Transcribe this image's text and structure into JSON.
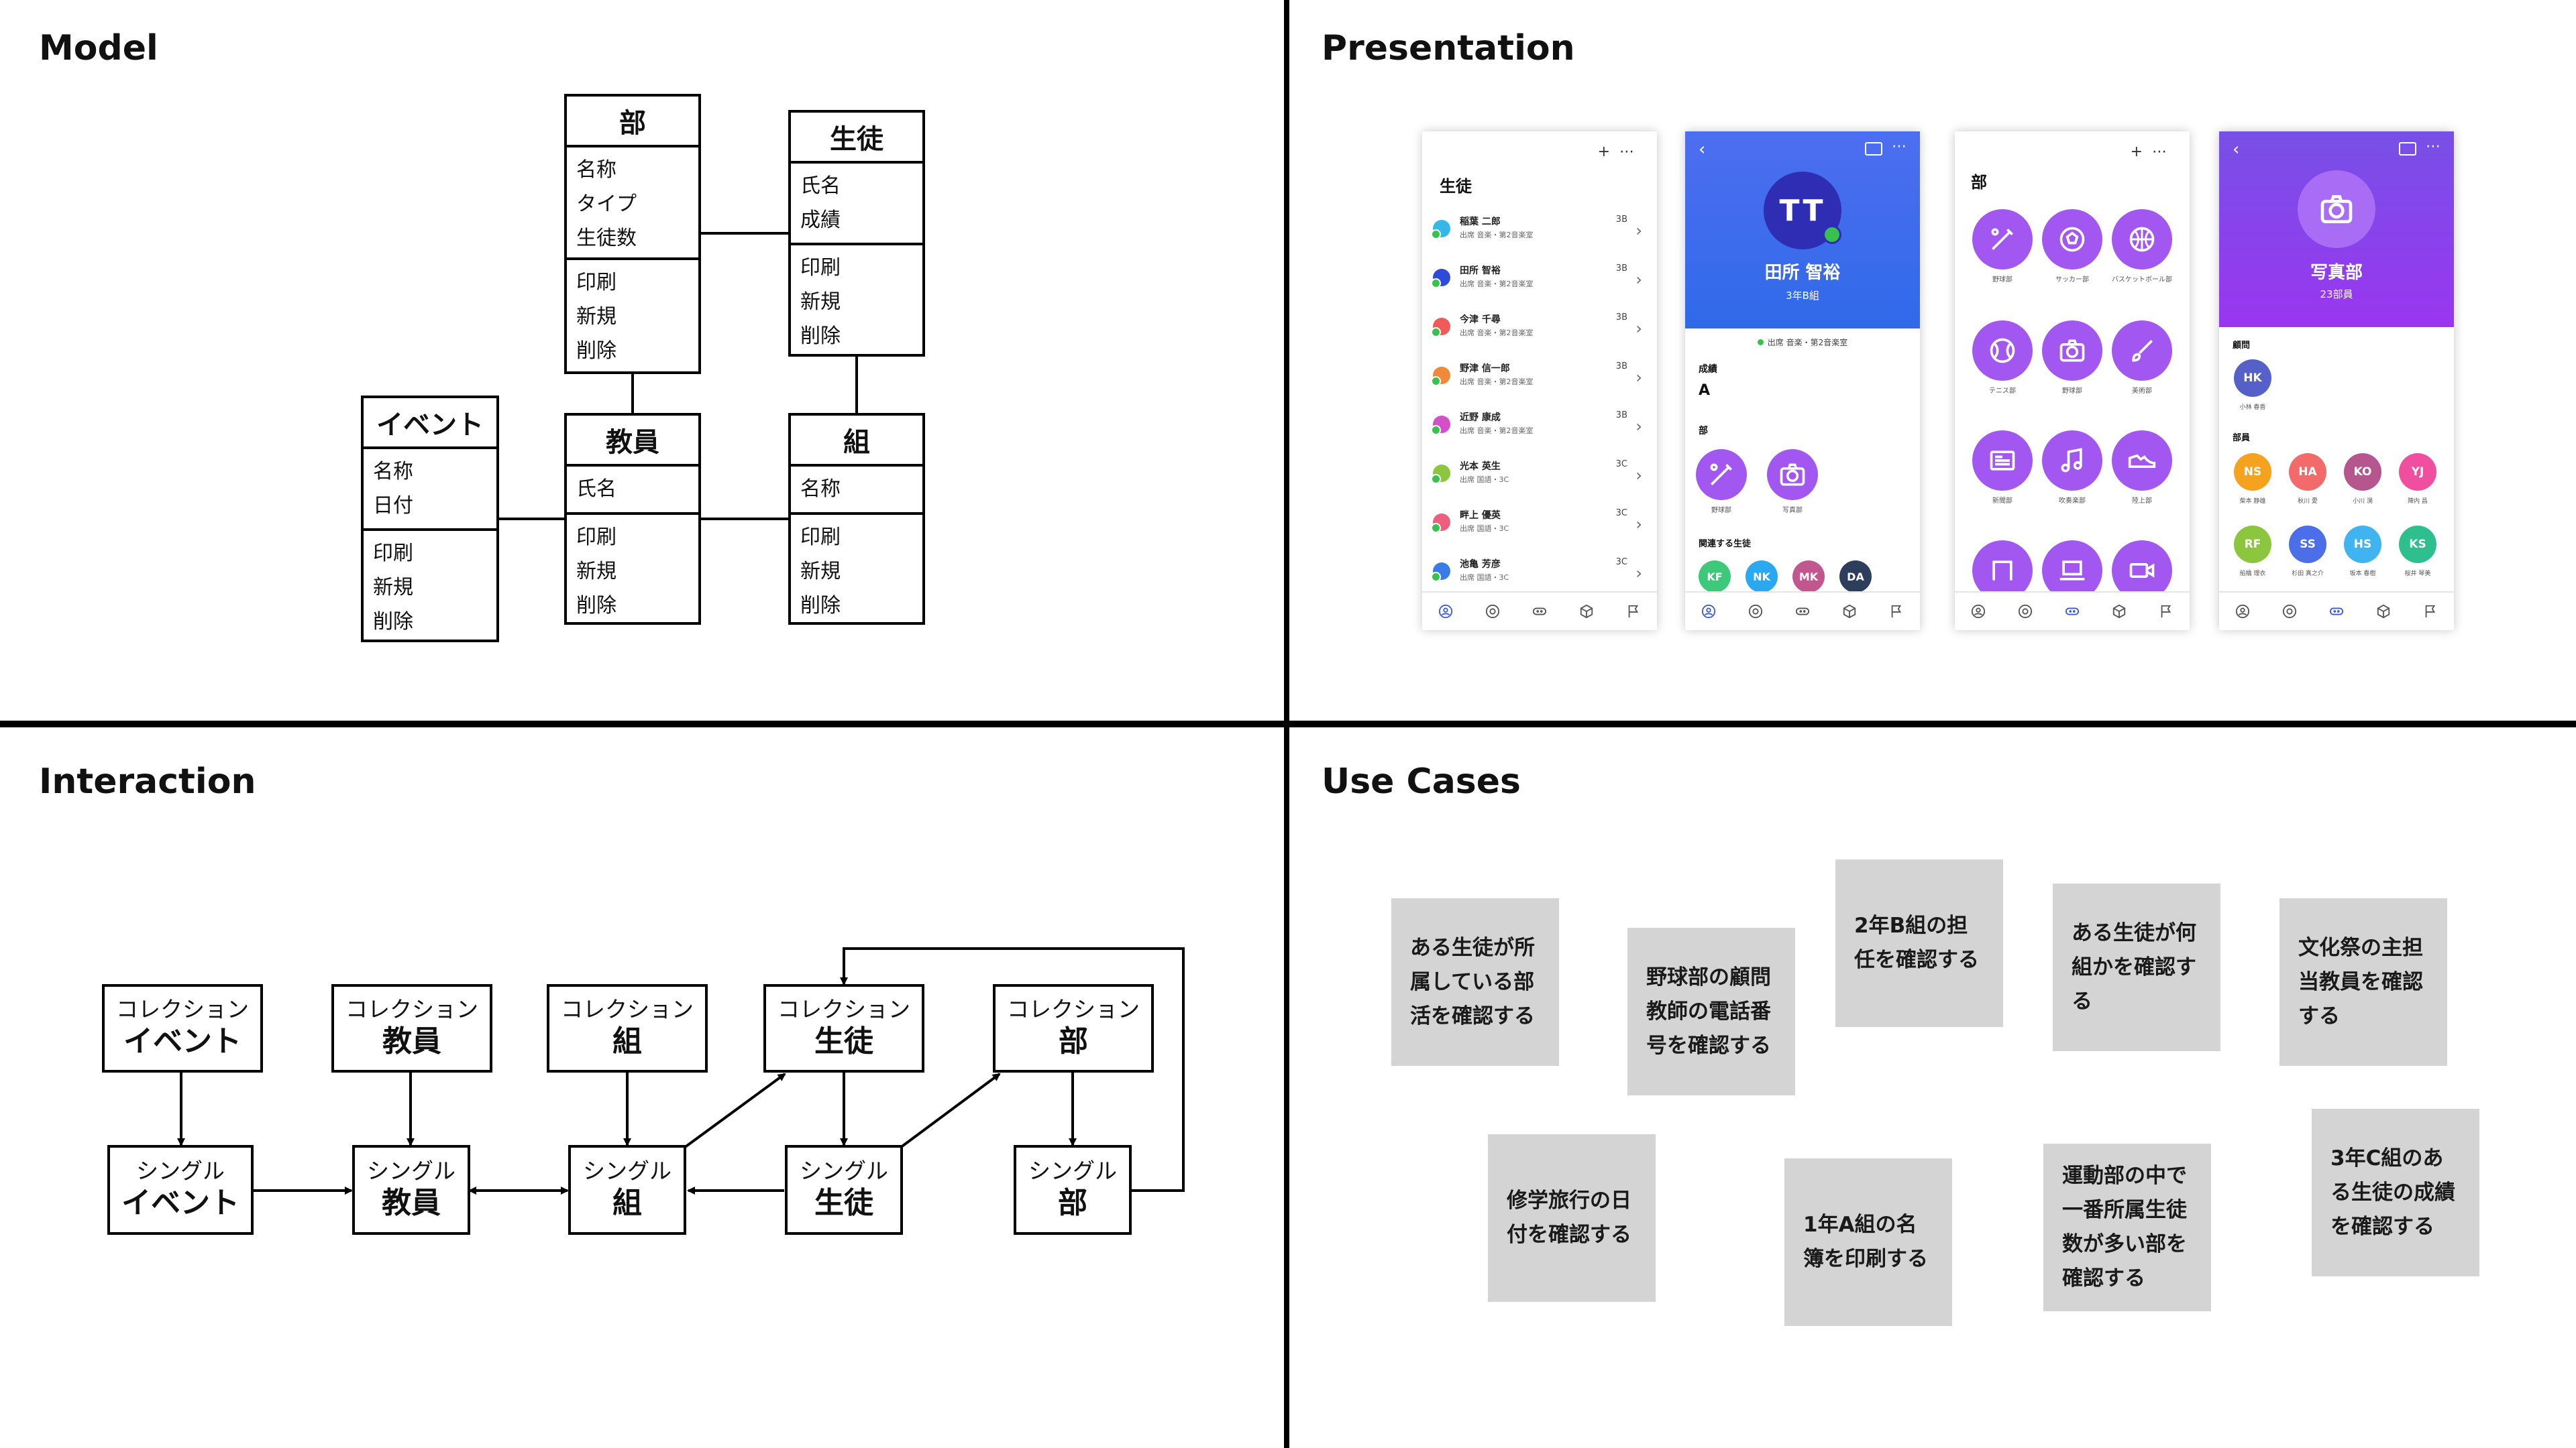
{
  "quadrants": {
    "model": "Model",
    "presentation": "Presentation",
    "interaction": "Interaction",
    "usecases": "Use Cases"
  },
  "model": {
    "bu": {
      "title": "部",
      "attrs": [
        "名称",
        "タイプ",
        "生徒数"
      ],
      "ops": [
        "印刷",
        "新規",
        "削除"
      ]
    },
    "seito": {
      "title": "生徒",
      "attrs": [
        "氏名",
        "成績"
      ],
      "ops": [
        "印刷",
        "新規",
        "削除"
      ]
    },
    "event": {
      "title": "イベント",
      "attrs": [
        "名称",
        "日付"
      ],
      "ops": [
        "印刷",
        "新規",
        "削除"
      ]
    },
    "kyoin": {
      "title": "教員",
      "attrs": [
        "氏名"
      ],
      "ops": [
        "印刷",
        "新規",
        "削除"
      ]
    },
    "kumi": {
      "title": "組",
      "attrs": [
        "名称"
      ],
      "ops": [
        "印刷",
        "新規",
        "削除"
      ]
    }
  },
  "interaction": {
    "collection_label": "コレクション",
    "single_label": "シングル",
    "collections": [
      "イベント",
      "教員",
      "組",
      "生徒",
      "部"
    ],
    "singles": [
      "イベント",
      "教員",
      "組",
      "生徒",
      "部"
    ]
  },
  "usecases": [
    "ある生徒が所属している部活を確認する",
    "野球部の顧問教師の電話番号を確認する",
    "2年B組の担任を確認する",
    "ある生徒が何組かを確認する",
    "文化祭の主担当教員を確認する",
    "修学旅行の日付を確認する",
    "1年A組の名簿を印刷する",
    "運動部の中で一番所属生徒数が多い部を確認する",
    "3年C組のある生徒の成績を確認する"
  ],
  "screens": {
    "students": {
      "title": "生徒",
      "rows": [
        {
          "name": "稲葉 二郎",
          "sub": "出席 音楽・第2音楽室",
          "cls": "3B",
          "color": "#35b8e8"
        },
        {
          "name": "田所 智裕",
          "sub": "出席 音楽・第2音楽室",
          "cls": "3B",
          "color": "#2f4ad8"
        },
        {
          "name": "今津 千尋",
          "sub": "出席 音楽・第2音楽室",
          "cls": "3B",
          "color": "#ef5a5a"
        },
        {
          "name": "野津 信一郎",
          "sub": "出席 音楽・第2音楽室",
          "cls": "3B",
          "color": "#f08a3a"
        },
        {
          "name": "近野 康成",
          "sub": "出席 音楽・第2音楽室",
          "cls": "3B",
          "color": "#d54fc8"
        },
        {
          "name": "光本 英生",
          "sub": "出席 国語・3C",
          "cls": "3C",
          "color": "#8cc63f"
        },
        {
          "name": "畔上 優英",
          "sub": "出席 国語・3C",
          "cls": "3C",
          "color": "#ee5f7f"
        },
        {
          "name": "池亀 芳彦",
          "sub": "出席 国語・3C",
          "cls": "3C",
          "color": "#3a7be8"
        }
      ]
    },
    "student_detail": {
      "initials": "TT",
      "name": "田所 智裕",
      "class": "3年B組",
      "status": "出席 音楽・第2音楽室",
      "grade_label": "成績",
      "grade": "A",
      "clubs_label": "部",
      "clubs": [
        "野球部",
        "写真部"
      ],
      "related_label": "関連する生徒",
      "related": [
        {
          "initials": "KF",
          "color": "#3ec97a"
        },
        {
          "initials": "NK",
          "color": "#2aa8f0"
        },
        {
          "initials": "MK",
          "color": "#c2578f"
        },
        {
          "initials": "DA",
          "color": "#2d3e5c"
        }
      ]
    },
    "clubs": {
      "title": "部",
      "items": [
        "野球部",
        "サッカー部",
        "バスケットボール部",
        "テニス部",
        "野球部",
        "美術部",
        "新聞部",
        "吹奏楽部",
        "陸上部",
        "",
        "",
        ""
      ]
    },
    "club_detail": {
      "name": "写真部",
      "count": "23部員",
      "advisor_label": "顧問",
      "advisor": {
        "initials": "HK",
        "name": "小林 春香",
        "color": "#5560c8"
      },
      "members_label": "部員",
      "members": [
        {
          "initials": "NS",
          "name": "柴本 静雄",
          "color": "#f5a21f"
        },
        {
          "initials": "HA",
          "name": "秋川 愛",
          "color": "#f26a6a"
        },
        {
          "initials": "KO",
          "name": "小川 滉",
          "color": "#b5578e"
        },
        {
          "initials": "YJ",
          "name": "陣内 昌",
          "color": "#f04fa0"
        },
        {
          "initials": "RF",
          "name": "船橋 理衣",
          "color": "#8cc63f"
        },
        {
          "initials": "SS",
          "name": "杉田 真之介",
          "color": "#4c6ee8"
        },
        {
          "initials": "HS",
          "name": "坂本 春樹",
          "color": "#3fb4f0"
        },
        {
          "initials": "KS",
          "name": "桜井 琴美",
          "color": "#2fbf8f"
        }
      ]
    }
  }
}
